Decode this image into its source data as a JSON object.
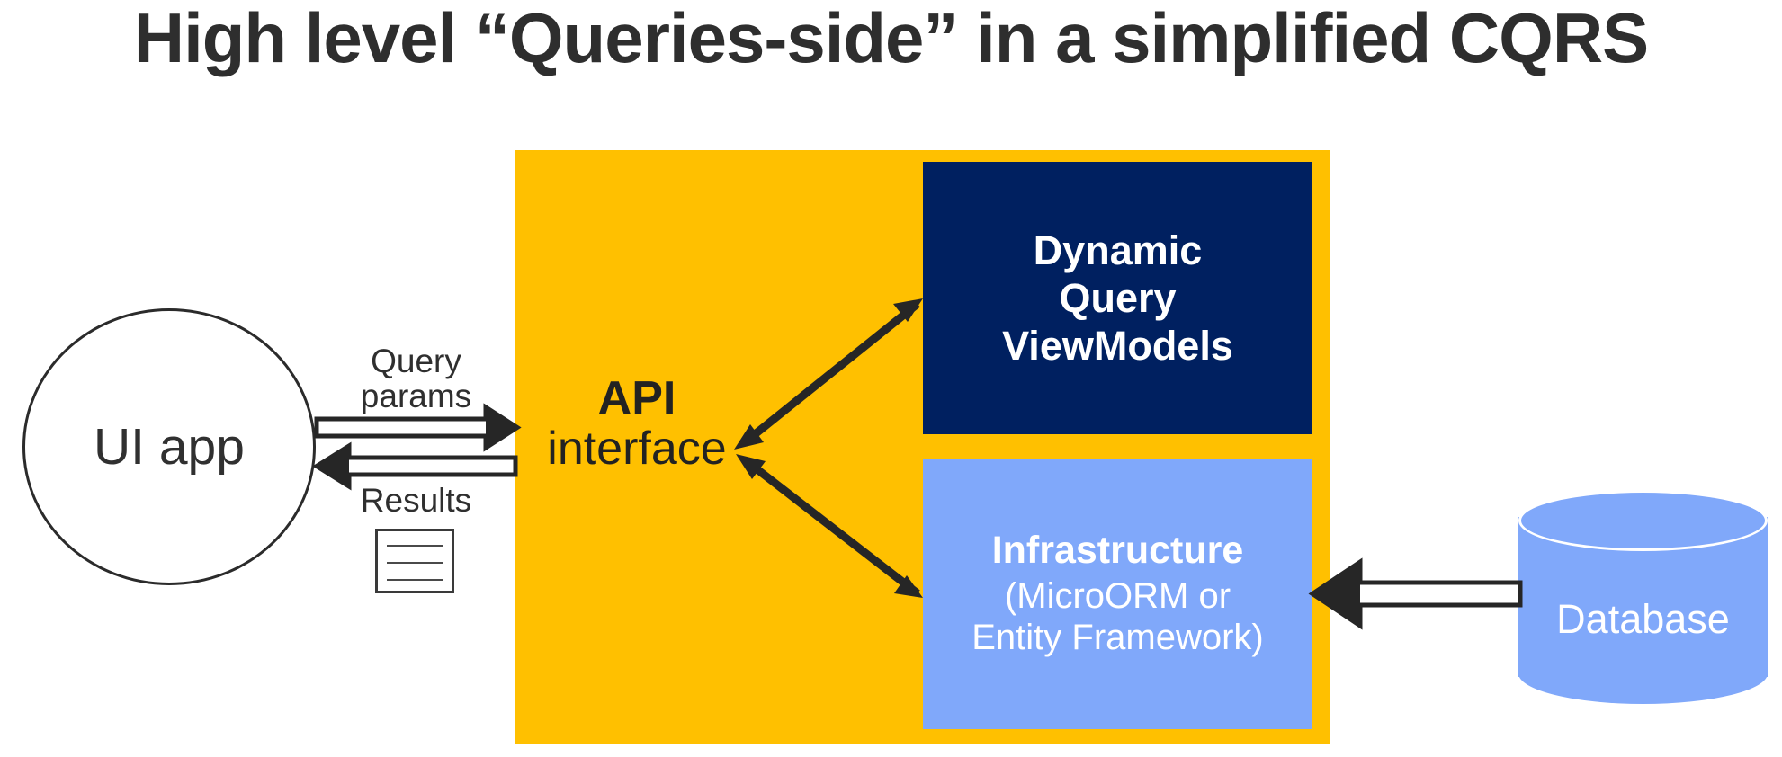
{
  "slide": {
    "title": "High level “Queries-side” in a simplified CQRS",
    "background_color": "#FFFFFF"
  },
  "palette": {
    "api_yellow": "#FFC000",
    "viewmodels_navy": "#002060",
    "infrastructure_blue": "#80A8FA",
    "database_blue": "#80A8FA",
    "arrow_black": "#262626",
    "text_dark": "#2E2E2E",
    "text_white": "#FFFFFF"
  },
  "nodes": {
    "ui_app": {
      "label": "UI app",
      "shape": "circle"
    },
    "api": {
      "title": "API",
      "subtitle": "interface",
      "shape": "rectangle",
      "color": "#FFC000"
    },
    "viewmodels": {
      "label": "Dynamic\nQuery\nViewModels",
      "shape": "rectangle",
      "color": "#002060"
    },
    "infrastructure": {
      "title": "Infrastructure",
      "subtitle": "(MicroORM or\nEntity Framework)",
      "shape": "rectangle",
      "color": "#80A8FA"
    },
    "database": {
      "label": "Database",
      "shape": "cylinder",
      "color": "#80A8FA"
    }
  },
  "edges": {
    "query_params": {
      "label": "Query\nparams",
      "from": "ui_app",
      "to": "api",
      "direction": "right"
    },
    "results": {
      "label": "Results",
      "from": "api",
      "to": "ui_app",
      "direction": "left",
      "icon": "document-lines-icon"
    },
    "api_to_viewmodels": {
      "label": "",
      "from": "api",
      "to": "viewmodels",
      "direction": "both"
    },
    "api_to_infrastructure": {
      "label": "",
      "from": "api",
      "to": "infrastructure",
      "direction": "both"
    },
    "database_to_infrastructure": {
      "label": "",
      "from": "database",
      "to": "infrastructure",
      "direction": "left"
    }
  }
}
